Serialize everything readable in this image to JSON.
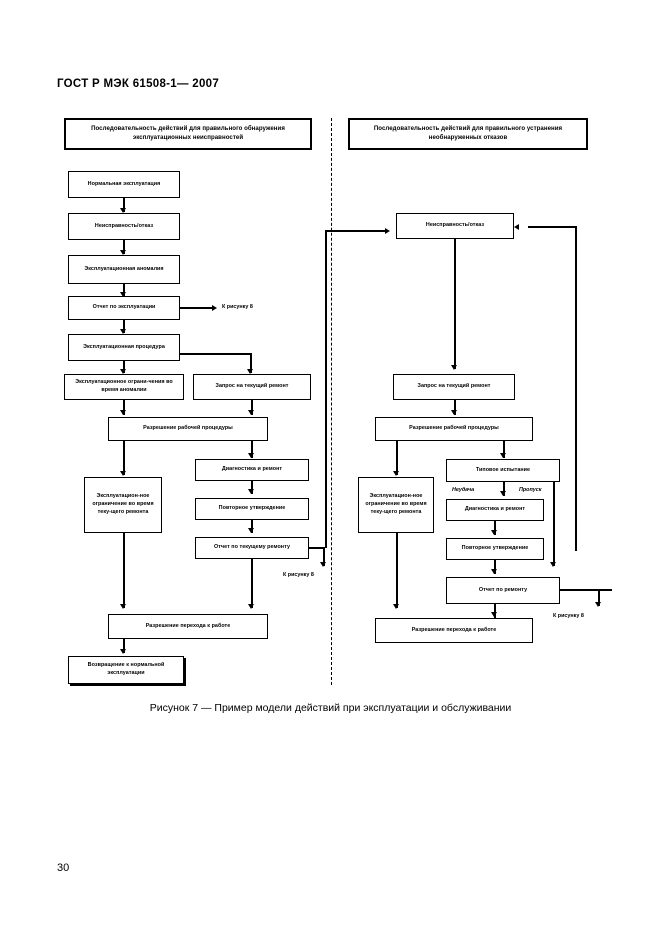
{
  "document": {
    "running_head": "ГОСТ Р МЭК 61508-1— 2007",
    "page_number": "30",
    "figure_caption": "Рисунок 7 — Пример модели действий при эксплуатации и обслуживании"
  },
  "left_flow": {
    "header": "Последовательность действий для правильного обнаружения эксплуатационных неисправностей",
    "boxes": {
      "normal_operation": "Нормальная эксплуатация",
      "fault_failure": "Неисправность/отказ",
      "operational_anomaly": "Эксплуатационная аномалия",
      "operation_report": "Отчет по эксплуатации",
      "operational_procedure": "Эксплуатационная процедура",
      "operational_limit_anomaly": "Эксплуатационное ограни-чения во время аномалии",
      "repair_request": "Запрос на текущий ремонт",
      "work_procedure_permit": "Разрешение рабочей процедуры",
      "operational_limit_repair": "Эксплуатацион-ное ограничение во время теку-щего ремонта",
      "diagnostics_repair": "Диагностика и ремонт",
      "revalidation": "Повторное утверждение",
      "repair_report": "Отчет по текущему ремонту",
      "return_to_work_permit": "Разрешение перехода к работе",
      "return_to_normal": "Возвращение к нормальной эксплуатации"
    },
    "labels": {
      "to_figure_8_top": "К рисунку 8",
      "to_figure_8_bottom": "К рисунку 8"
    }
  },
  "right_flow": {
    "header": "Последовательность действий для правильного устранения необнаруженных отказов",
    "boxes": {
      "fault_failure": "Неисправность/отказ",
      "repair_request": "Запрос на текущий ремонт",
      "work_procedure_permit": "Разрешение рабочей процедуры",
      "type_test": "Типовое испытание",
      "operational_limit_repair": "Эксплуатацион-ное ограничение во время теку-щего ремонта",
      "diagnostics_repair": "Диагностика и ремонт",
      "revalidation": "Повторное утверждение",
      "repair_report": "Отчет по ремонту",
      "return_to_work_permit": "Разрешение перехода к работе"
    },
    "labels": {
      "failure_branch": "Неудача",
      "pass_branch": "Пропуск",
      "to_figure_8": "К рисунку 8"
    }
  }
}
